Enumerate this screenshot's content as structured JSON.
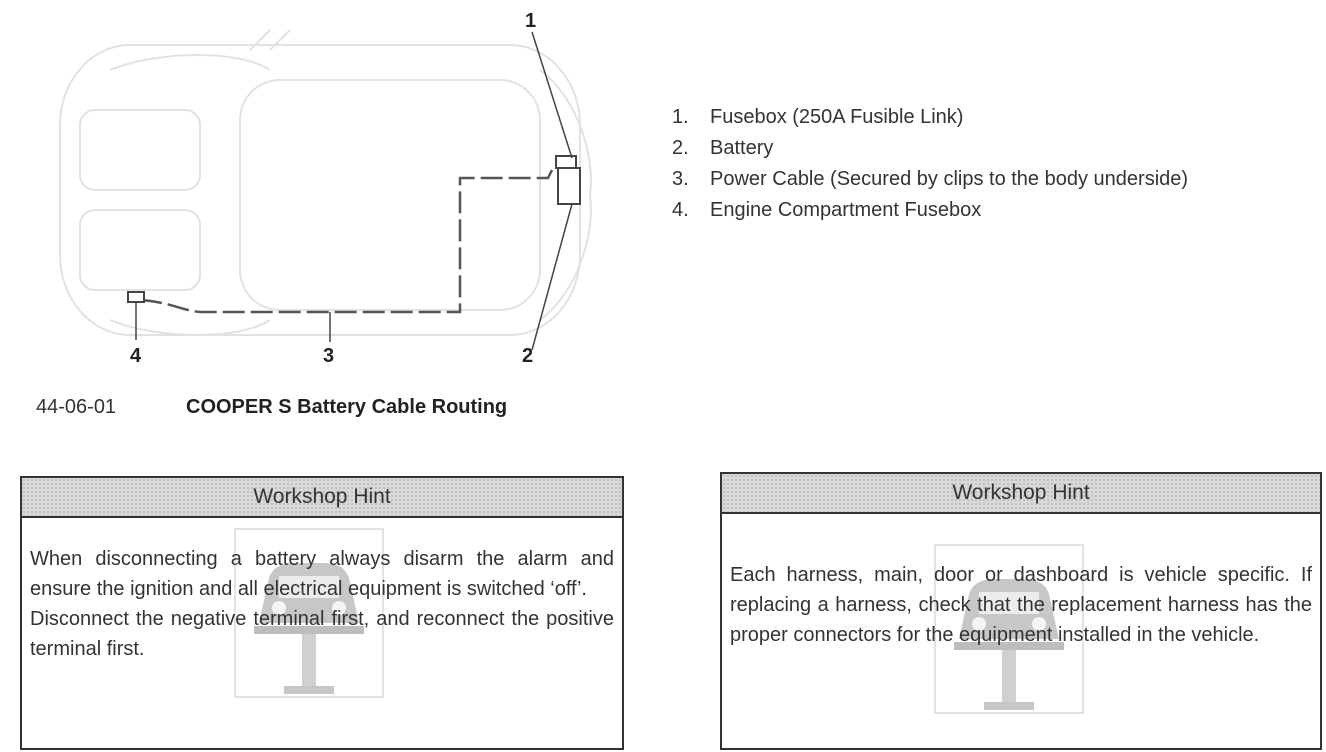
{
  "diagram": {
    "callouts": [
      "1",
      "2",
      "3",
      "4"
    ]
  },
  "legend": {
    "items": [
      {
        "num": "1.",
        "text": "Fusebox (250A Fusible Link)"
      },
      {
        "num": "2.",
        "text": "Battery"
      },
      {
        "num": "3.",
        "text": "Power Cable (Secured by clips to the body underside)"
      },
      {
        "num": "4.",
        "text": "Engine Compartment Fusebox"
      }
    ]
  },
  "caption": {
    "figure_number": "44-06-01",
    "title": "COOPER S Battery Cable Routing"
  },
  "hints": [
    {
      "title": "Workshop Hint",
      "paragraphs": [
        "When disconnecting a battery always disarm the alarm and ensure the ignition and all electrical equipment is switched ‘off’.",
        "Disconnect the negative terminal first, and reconnect the positive terminal first."
      ]
    },
    {
      "title": "Workshop Hint",
      "paragraphs": [
        "Each harness, main, door or dashboard is vehicle specific.  If replacing a harness, check that the replacement harness has the proper connectors for the equipment installed in the vehicle."
      ]
    }
  ],
  "colors": {
    "header_bg": "#d9d9d9",
    "border": "#333333",
    "outline": "#e2e2e2",
    "cable": "#555555"
  }
}
